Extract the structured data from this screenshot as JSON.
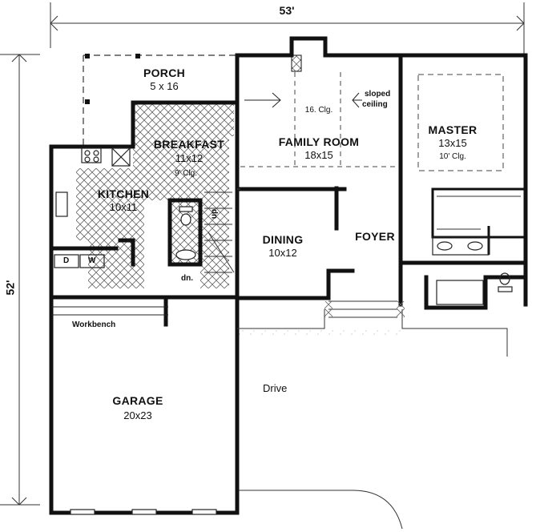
{
  "plan": {
    "overall_width": "53'",
    "overall_depth": "52'",
    "colors": {
      "wall": "#111111",
      "background": "#ffffff",
      "hatch": "#555555",
      "dash": "#333333"
    }
  },
  "rooms": {
    "porch": {
      "name": "PORCH",
      "size": "5 x 16"
    },
    "breakfast": {
      "name": "BREAKFAST",
      "size": "11x12",
      "ceiling": "9' Clg."
    },
    "family_room": {
      "name": "FAMILY ROOM",
      "size": "18x15",
      "ceiling": "16. Clg.",
      "note_line1": "sloped",
      "note_line2": "ceiling"
    },
    "master": {
      "name": "MASTER",
      "size": "13x15",
      "ceiling": "10' Clg."
    },
    "kitchen": {
      "name": "KITCHEN",
      "size": "10x11"
    },
    "dining": {
      "name": "DINING",
      "size": "10x12"
    },
    "foyer": {
      "name": "FOYER"
    },
    "garage": {
      "name": "GARAGE",
      "size": "20x23",
      "note": "Workbench"
    },
    "drive": {
      "name": "Drive"
    }
  },
  "fixtures": {
    "dryer": "D",
    "washer": "W",
    "stairs_up": "up",
    "stairs_down": "dn."
  }
}
